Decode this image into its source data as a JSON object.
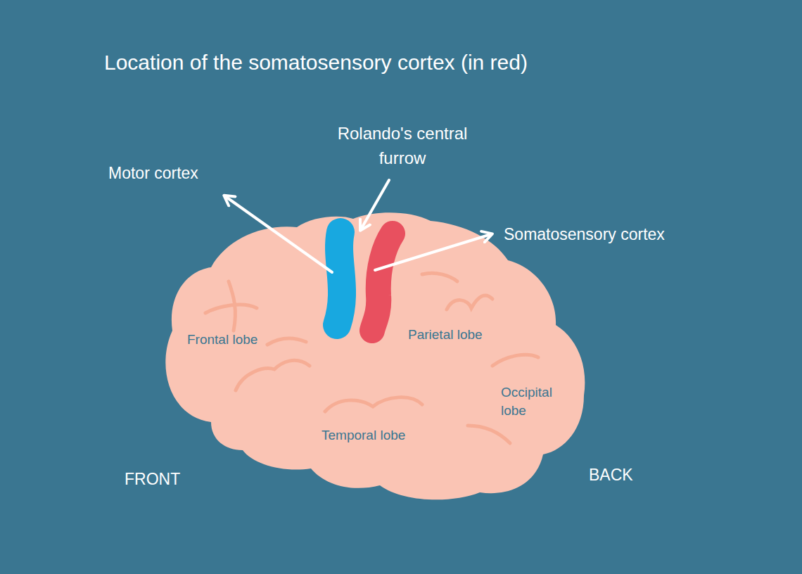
{
  "diagram": {
    "title": "Location of the somatosensory cortex (in red)",
    "nodes": [
      {
        "text": [
          "Frontal lobe",
          "Parietal lobe",
          "Occipital lobe",
          "Temporal lobe"
        ]
      }
    ],
    "labels": [
      "Motor cortex",
      "Rolando's central furrow",
      "Somatosensory cortex",
      "FRONT",
      "BACK"
    ]
  }
}
